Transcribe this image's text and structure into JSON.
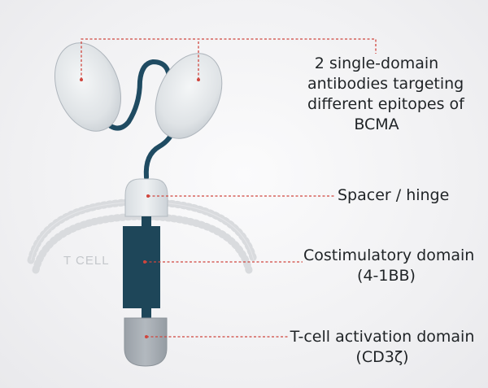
{
  "labels": {
    "antibodies": [
      "2 single-domain",
      "antibodies targeting",
      "different epitopes of",
      "BCMA"
    ],
    "spacer": "Spacer / hinge",
    "costim": [
      "Costimulatory domain",
      "(4-1BB)"
    ],
    "activation": [
      "T-cell activation domain",
      "(CD3ζ)"
    ],
    "cell": "T CELL"
  },
  "colors": {
    "domain_light": "#e2e5e8",
    "domain_outline": "#9aa2aa",
    "linker": "#1f4b62",
    "costim_block": "#1e4659",
    "activation_block": "#a7adb3",
    "leader_line": "#d0453d",
    "membrane": "#dcdde0"
  }
}
